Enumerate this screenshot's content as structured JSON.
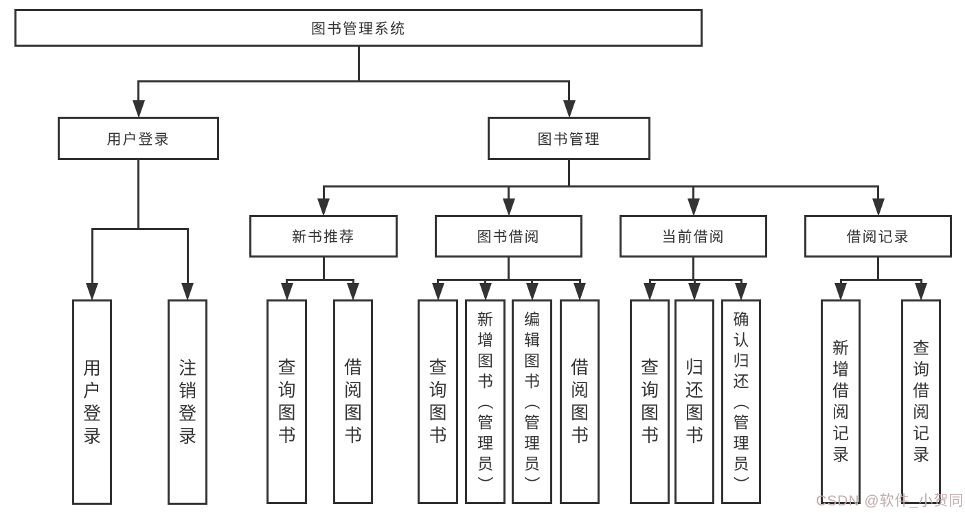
{
  "diagram": {
    "type": "hierarchy-chart",
    "title": "图书管理系统"
  },
  "nodes": [
    {
      "id": "root",
      "name": "root-box-library-system",
      "label": "图书管理系统",
      "orient": "h",
      "parent": null
    },
    {
      "id": "user-login",
      "name": "box-user-login",
      "label": "用户登录",
      "orient": "h",
      "parent": "root"
    },
    {
      "id": "book-mgmt",
      "name": "box-book-management",
      "label": "图书管理",
      "orient": "h",
      "parent": "root"
    },
    {
      "id": "new-book-rec",
      "name": "box-new-book-recommend",
      "label": "新书推荐",
      "orient": "h",
      "parent": "book-mgmt"
    },
    {
      "id": "book-borrow",
      "name": "box-book-borrowing",
      "label": "图书借阅",
      "orient": "h",
      "parent": "book-mgmt"
    },
    {
      "id": "cur-borrow",
      "name": "box-current-borrowing",
      "label": "当前借阅",
      "orient": "h",
      "parent": "book-mgmt"
    },
    {
      "id": "borrow-log",
      "name": "box-borrow-records",
      "label": "借阅记录",
      "orient": "h",
      "parent": "book-mgmt"
    },
    {
      "id": "login",
      "name": "box-user-login-leaf",
      "label": "用户登录",
      "orient": "v",
      "parent": "user-login"
    },
    {
      "id": "logout",
      "name": "box-logout-leaf",
      "label": "注销登录",
      "orient": "v",
      "parent": "user-login"
    },
    {
      "id": "nbr-query",
      "name": "box-query-books-recommend",
      "label": "查询图书",
      "orient": "v",
      "parent": "new-book-rec"
    },
    {
      "id": "nbr-borrow",
      "name": "box-borrow-books-recommend",
      "label": "借阅图书",
      "orient": "v",
      "parent": "new-book-rec"
    },
    {
      "id": "bb-query",
      "name": "box-query-books-borrowing",
      "label": "查询图书",
      "orient": "v",
      "parent": "book-borrow"
    },
    {
      "id": "bb-add",
      "name": "box-add-books-admin",
      "label": "新增图书（管理员）",
      "orient": "v",
      "parent": "book-borrow"
    },
    {
      "id": "bb-edit",
      "name": "box-edit-books-admin",
      "label": "编辑图书（管理员）",
      "orient": "v",
      "parent": "book-borrow"
    },
    {
      "id": "bb-borrow",
      "name": "box-borrow-books-borrowing",
      "label": "借阅图书",
      "orient": "v",
      "parent": "book-borrow"
    },
    {
      "id": "cb-query",
      "name": "box-query-books-current",
      "label": "查询图书",
      "orient": "v",
      "parent": "cur-borrow"
    },
    {
      "id": "cb-return",
      "name": "box-return-books",
      "label": "归还图书",
      "orient": "v",
      "parent": "cur-borrow"
    },
    {
      "id": "cb-confirm",
      "name": "box-confirm-return-admin",
      "label": "确认归还（管理员）",
      "orient": "v",
      "parent": "cur-borrow"
    },
    {
      "id": "bl-add",
      "name": "box-add-borrow-record",
      "label": "新增借阅记录",
      "orient": "v",
      "parent": "borrow-log"
    },
    {
      "id": "bl-query",
      "name": "box-query-borrow-record",
      "label": "查询借阅记录",
      "orient": "v",
      "parent": "borrow-log"
    }
  ],
  "watermark": {
    "text": "CSDN @软件_小贺同学",
    "color": "#c2abab"
  },
  "colors": {
    "line": "#333333",
    "text": "#333333",
    "background": "#ffffff"
  }
}
